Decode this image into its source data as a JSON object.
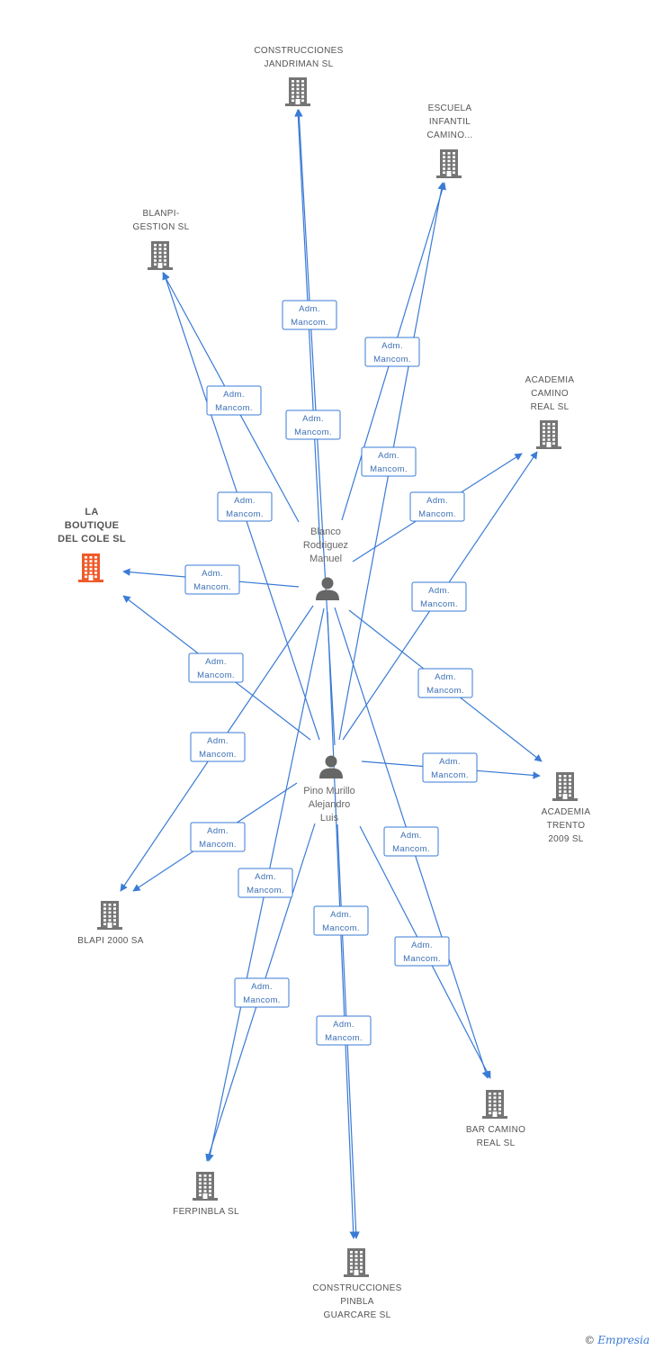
{
  "colors": {
    "edge": "#3a7bd5",
    "building": "#757575",
    "highlight": "#f05a2a",
    "person": "#666666"
  },
  "companies": [
    {
      "id": "jandriman",
      "lines": [
        "CONSTRUCCIONES",
        "JANDRIMAN SL"
      ],
      "highlight": false
    },
    {
      "id": "escuela",
      "lines": [
        "ESCUELA",
        "INFANTIL",
        "CAMINO..."
      ],
      "highlight": false
    },
    {
      "id": "blanpi",
      "lines": [
        "BLANPI-",
        "GESTION SL"
      ],
      "highlight": false
    },
    {
      "id": "academia_camino",
      "lines": [
        "ACADEMIA",
        "CAMINO",
        "REAL SL"
      ],
      "highlight": false
    },
    {
      "id": "boutique",
      "lines": [
        "LA",
        "BOUTIQUE",
        "DEL COLE SL"
      ],
      "highlight": true
    },
    {
      "id": "trento",
      "lines": [
        "ACADEMIA",
        "TRENTO",
        "2009 SL"
      ],
      "highlight": false
    },
    {
      "id": "blapi",
      "lines": [
        "BLAPI 2000 SA"
      ],
      "highlight": false
    },
    {
      "id": "bar",
      "lines": [
        "BAR CAMINO",
        "REAL SL"
      ],
      "highlight": false
    },
    {
      "id": "ferpinbla",
      "lines": [
        "FERPINBLA  SL"
      ],
      "highlight": false
    },
    {
      "id": "pinbla",
      "lines": [
        "CONSTRUCCIONES",
        "PINBLA",
        "GUARCARE SL"
      ],
      "highlight": false
    }
  ],
  "people": [
    {
      "id": "blanco",
      "lines": [
        "Blanco",
        "Rodriguez",
        "Manuel"
      ]
    },
    {
      "id": "pino",
      "lines": [
        "Pino Murillo",
        "Alejandro",
        "Luis"
      ]
    }
  ],
  "relation_label": [
    "Adm.",
    "Mancom."
  ],
  "edges": [
    {
      "from": "blanco",
      "to": "jandriman"
    },
    {
      "from": "pino",
      "to": "jandriman"
    },
    {
      "from": "blanco",
      "to": "escuela"
    },
    {
      "from": "pino",
      "to": "escuela"
    },
    {
      "from": "blanco",
      "to": "blanpi"
    },
    {
      "from": "pino",
      "to": "blanpi"
    },
    {
      "from": "blanco",
      "to": "academia_camino"
    },
    {
      "from": "pino",
      "to": "academia_camino"
    },
    {
      "from": "blanco",
      "to": "boutique"
    },
    {
      "from": "pino",
      "to": "boutique"
    },
    {
      "from": "blanco",
      "to": "trento"
    },
    {
      "from": "pino",
      "to": "trento"
    },
    {
      "from": "blanco",
      "to": "blapi"
    },
    {
      "from": "pino",
      "to": "blapi"
    },
    {
      "from": "blanco",
      "to": "bar"
    },
    {
      "from": "pino",
      "to": "bar"
    },
    {
      "from": "blanco",
      "to": "ferpinbla"
    },
    {
      "from": "pino",
      "to": "ferpinbla"
    },
    {
      "from": "blanco",
      "to": "pinbla"
    },
    {
      "from": "pino",
      "to": "pinbla"
    }
  ],
  "brand": {
    "copyright": "©",
    "name": "Empresia"
  }
}
